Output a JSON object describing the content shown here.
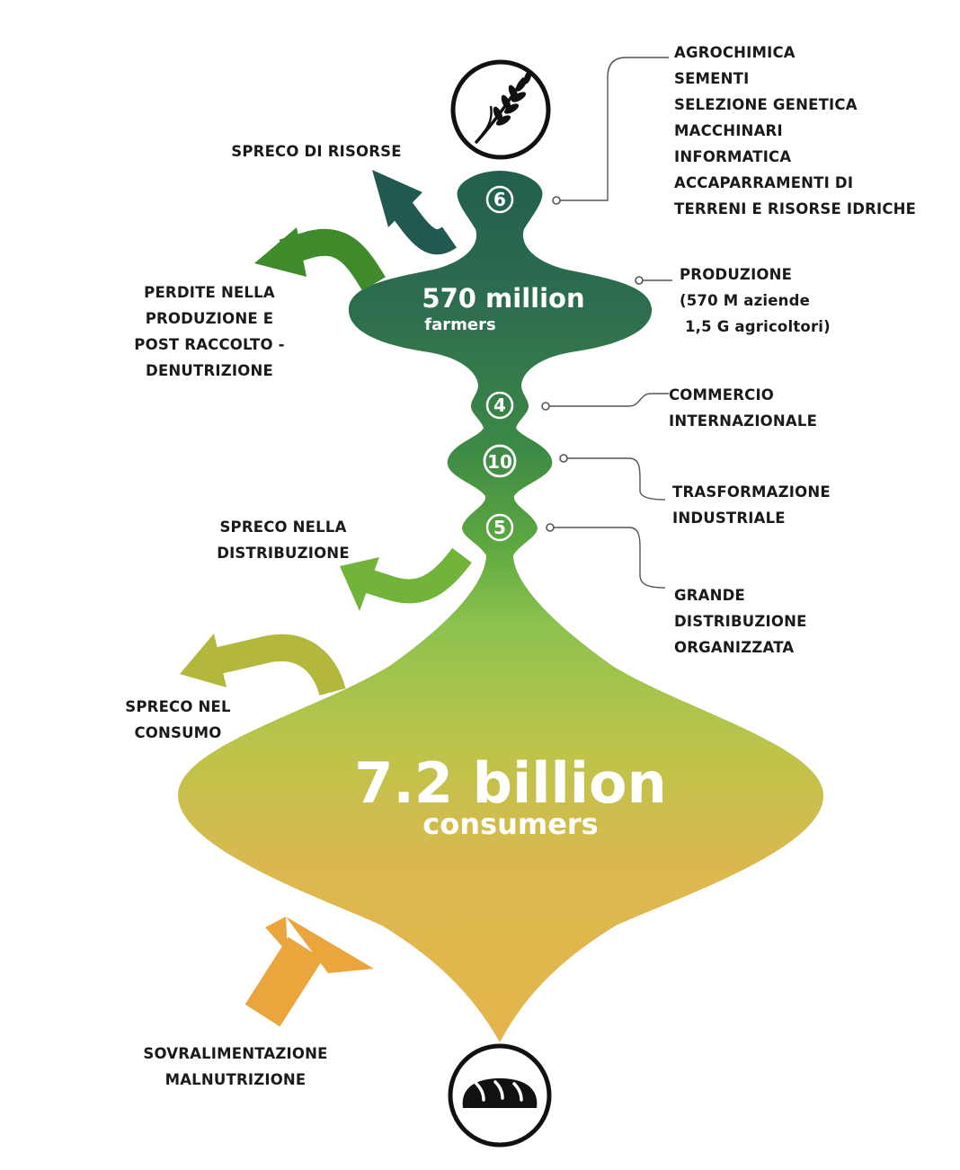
{
  "farmers": {
    "number": "570 million",
    "label": "farmers"
  },
  "consumers": {
    "number": "7.2 billion",
    "label": "consumers"
  },
  "badges": {
    "top": "6",
    "trade": "4",
    "industry": "10",
    "retail": "5"
  },
  "right_labels": {
    "inputs": [
      "AGROCHIMICA",
      "SEMENTI",
      "SELEZIONE GENETICA",
      "MACCHINARI",
      "INFORMATICA",
      "ACCAPARRAMENTI DI",
      "TERRENI E RISORSE IDRICHE"
    ],
    "production": [
      "PRODUZIONE",
      "(570 M aziende",
      " 1,5 G agricoltori)"
    ],
    "trade": [
      "COMMERCIO",
      "INTERNAZIONALE"
    ],
    "industry": [
      "TRASFORMAZIONE",
      "INDUSTRIALE"
    ],
    "retail": [
      "GRANDE",
      "DISTRIBUZIONE",
      "ORGANIZZATA"
    ]
  },
  "left_labels": {
    "resources": [
      "SPRECO DI RISORSE"
    ],
    "production_losses": [
      "PERDITE NELLA",
      "PRODUZIONE E",
      "POST RACCOLTO -",
      "DENUTRIZIONE"
    ],
    "distribution_waste": [
      "SPRECO NELLA",
      "DISTRIBUZIONE"
    ],
    "consumption_waste": [
      "SPRECO NEL",
      "CONSUMO"
    ],
    "overnutrition": [
      "SOVRALIMENTAZIONE",
      "MALNUTRIZIONE"
    ]
  },
  "icons": {
    "top": "wheat-icon",
    "bottom": "bread-icon"
  },
  "colors": {
    "dark_green": "#2c6e4f",
    "mid_green": "#4f9a3c",
    "light_green": "#8dc34c",
    "yellow_green": "#b8bd40",
    "mustard": "#dcb64a",
    "orange": "#eaa53c",
    "teal_arrow": "#215850"
  }
}
